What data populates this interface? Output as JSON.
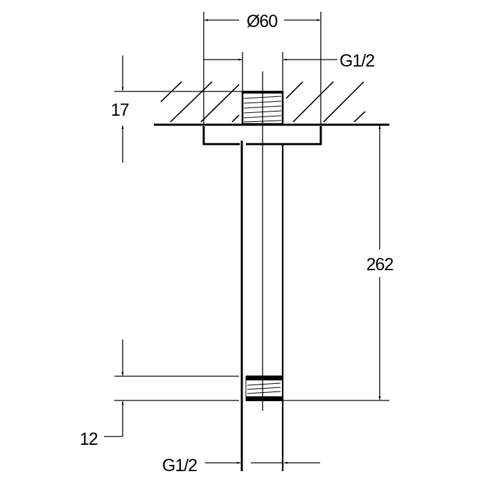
{
  "labels": {
    "flange_diameter": "Ø60",
    "top_thread": "G1/2",
    "ceiling_thickness": "17",
    "arm_length": "262",
    "bottom_thread_length": "12",
    "bottom_thread": "G1/2"
  },
  "colors": {
    "line": "#000000",
    "background": "#ffffff"
  }
}
